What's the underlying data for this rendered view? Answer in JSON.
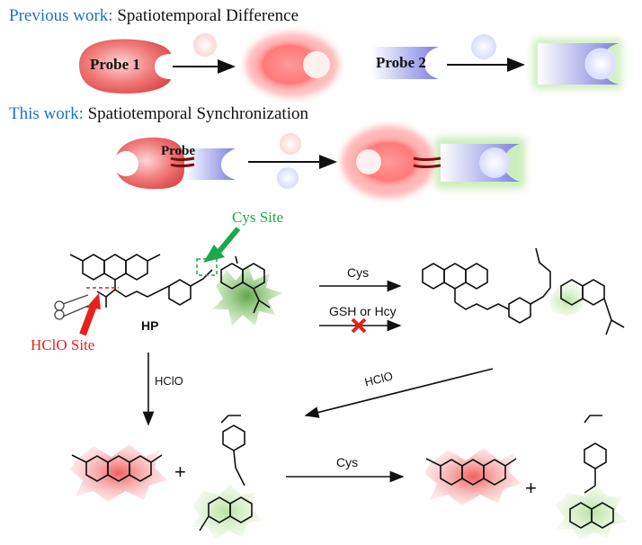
{
  "header_previous": {
    "lead": "Previous work:",
    "rest": "Spatiotemporal Difference"
  },
  "header_this": {
    "lead": "This work:",
    "rest": "Spatiotemporal Synchronization"
  },
  "probes": {
    "probe1": "Probe 1",
    "probe2": "Probe 2",
    "probe": "Probe"
  },
  "labels": {
    "cys_site": "Cys Site",
    "hclo_site": "HClO Site",
    "hp": "HP",
    "cys_top": "Cys",
    "gsh_hcy": "GSH or Hcy",
    "hclo_left": "HClO",
    "hclo_diag": "HClO",
    "cys_bottom": "Cys",
    "plus1": "+",
    "plus2": "+"
  },
  "colors": {
    "header_blue": "#1a73c8",
    "probe_red": "#e65a5a",
    "probe_blue": "#7b7fe0",
    "glow_green": "#b7e39a",
    "cys_green": "#1fa84a",
    "hclo_red": "#e8201c",
    "glow_red": "#f5a3a3",
    "fluor_green": "#7cc76a"
  }
}
